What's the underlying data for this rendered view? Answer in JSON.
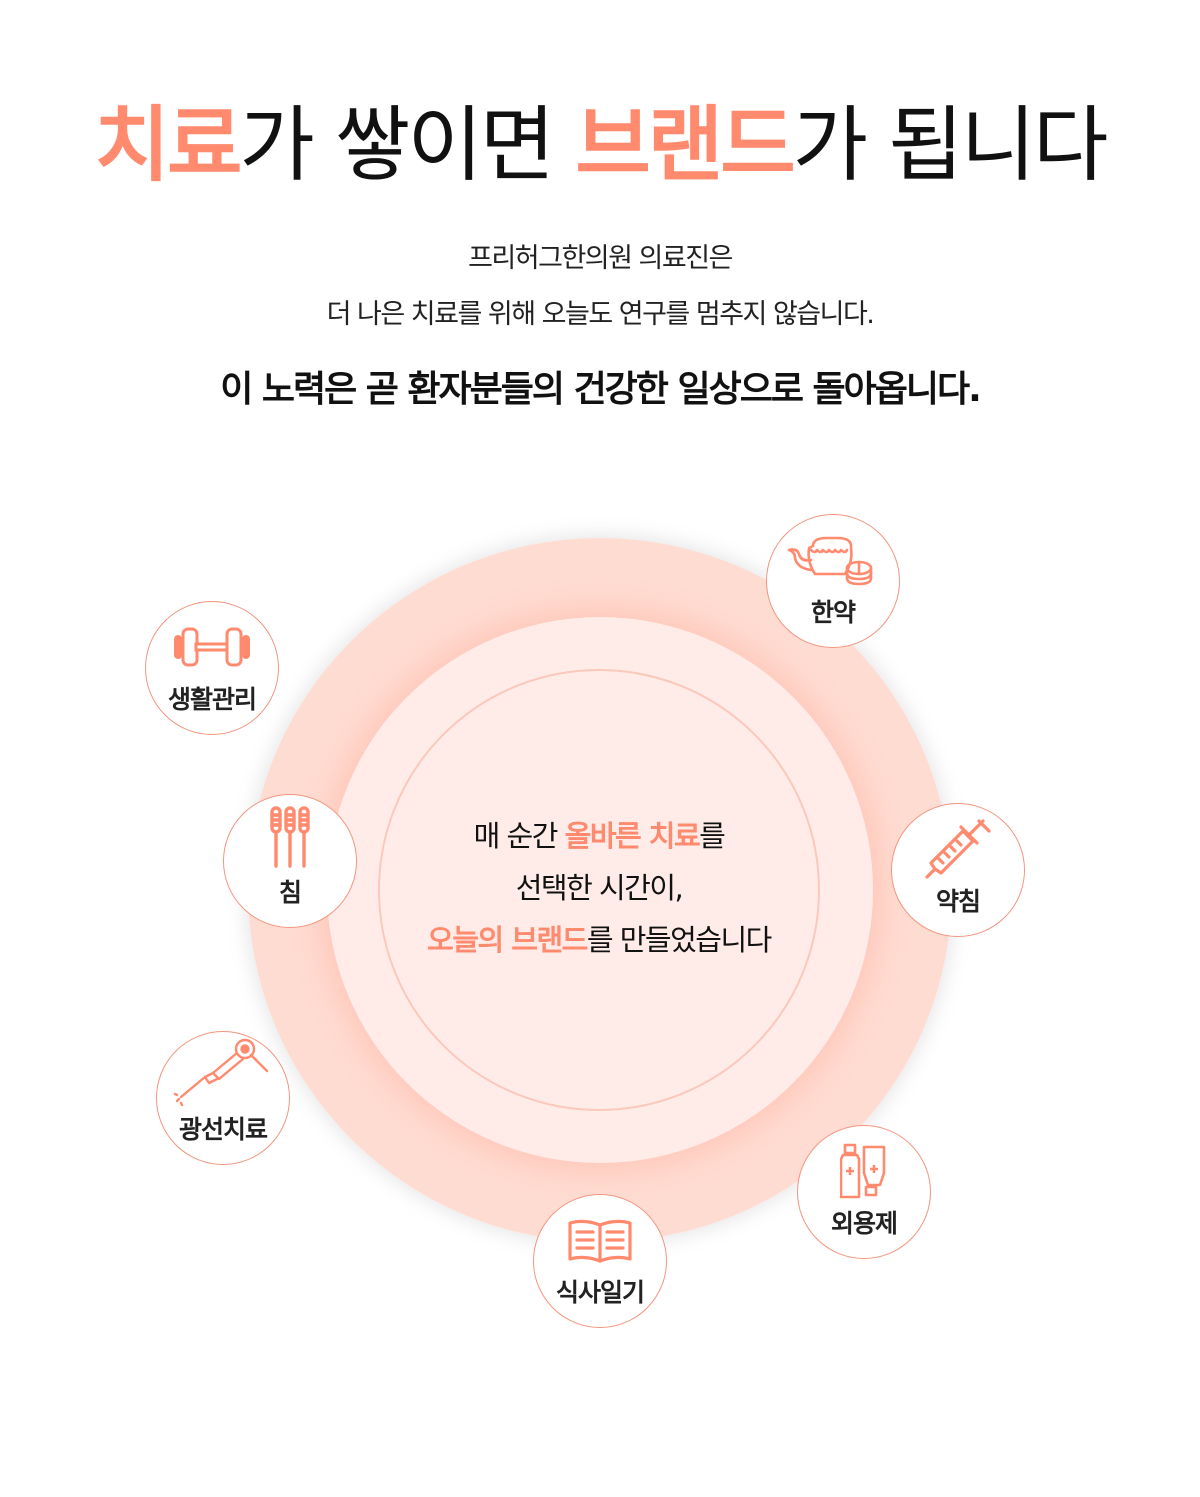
{
  "headline": {
    "part1_accent": "치료",
    "part2": "가 쌓이면 ",
    "part3_accent": "브랜드",
    "part4": "가 됩니다"
  },
  "intro": {
    "line1": "프리허그한의원 의료진은",
    "line2": "더 나은 치료를 위해 오늘도 연구를 멈추지 않습니다.",
    "line3": "이 노력은 곧 환자분들의 건강한 일상으로 돌아옵니다."
  },
  "center": {
    "l1_pre": "매 순간 ",
    "l1_accent": "올바른 치료",
    "l1_post": "를",
    "l2": "선택한 시간이,",
    "l3_accent": "오늘의 브랜드",
    "l3_post": "를 만들었습니다"
  },
  "colors": {
    "accent": "#ff8a6e",
    "node_border": "#f2957f",
    "circle_fill": "#ffdcd2",
    "inner_fill": "#ffece8"
  },
  "treatments": [
    {
      "label": "한약",
      "icon": "teapot-icon"
    },
    {
      "label": "생활관리",
      "icon": "dumbbell-icon"
    },
    {
      "label": "침",
      "icon": "needles-icon"
    },
    {
      "label": "약침",
      "icon": "syringe-icon"
    },
    {
      "label": "광선치료",
      "icon": "laser-icon"
    },
    {
      "label": "외용제",
      "icon": "ointment-tubes-icon"
    },
    {
      "label": "식사일기",
      "icon": "book-icon"
    }
  ]
}
